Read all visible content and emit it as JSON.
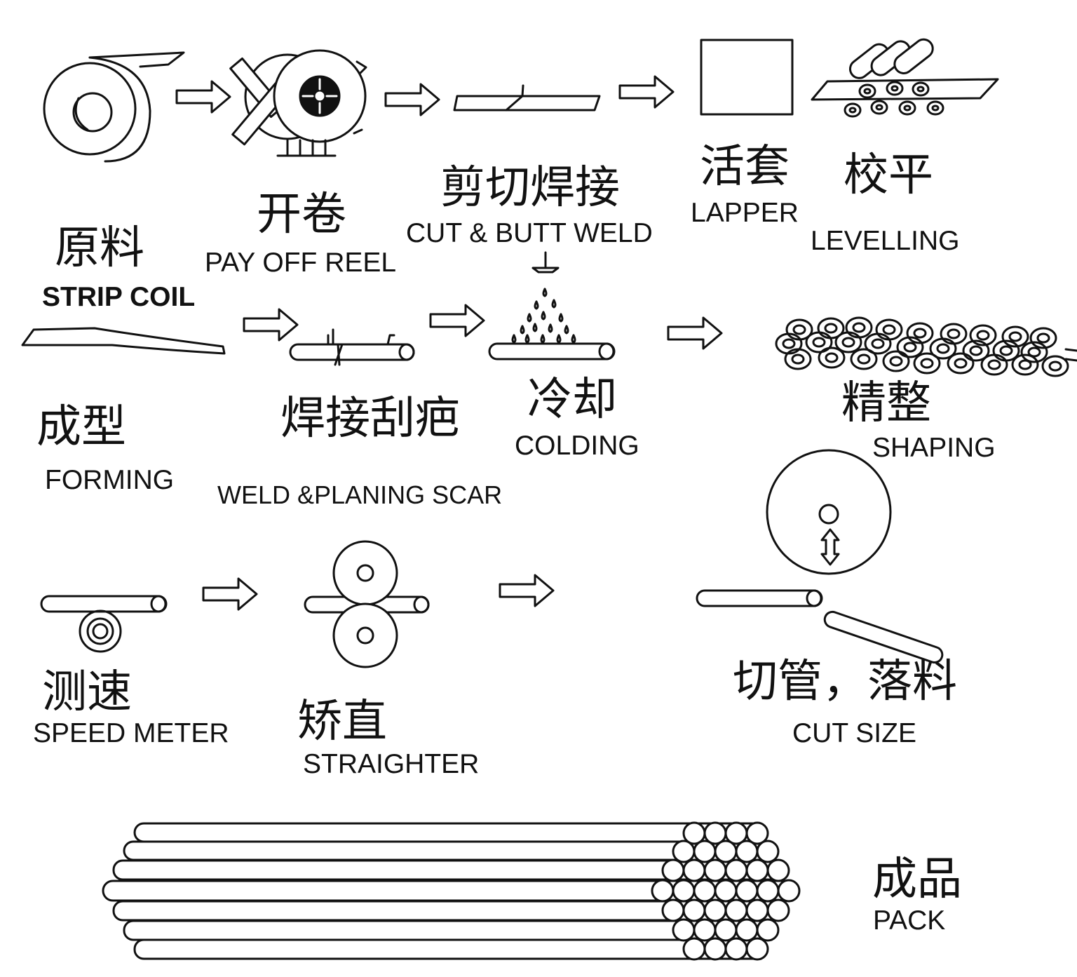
{
  "steps": {
    "strip_coil": {
      "zh": "原料",
      "en": "STRIP COIL"
    },
    "pay_off_reel": {
      "zh": "开卷",
      "en": "PAY OFF REEL"
    },
    "cut_butt_weld": {
      "zh": "剪切焊接",
      "en": "CUT & BUTT WELD"
    },
    "lapper": {
      "zh": "活套",
      "en": "LAPPER"
    },
    "levelling": {
      "zh": "校平",
      "en": "LEVELLING"
    },
    "forming": {
      "zh": "成型",
      "en": "FORMING"
    },
    "weld_planing": {
      "zh": "焊接刮疤",
      "en": "WELD &PLANING SCAR"
    },
    "colding": {
      "zh": "冷却",
      "en": "COLDING"
    },
    "shaping": {
      "zh": "精整",
      "en": "SHAPING"
    },
    "speed_meter": {
      "zh": "测速",
      "en": "SPEED METER"
    },
    "straighter": {
      "zh": "矫直",
      "en": "STRAIGHTER"
    },
    "cut_size": {
      "zh": "切管，落料",
      "en": "CUT SIZE"
    },
    "pack": {
      "zh": "成品",
      "en": "PACK"
    }
  },
  "icons": [
    "strip-coil-icon",
    "pay-off-reel-icon",
    "butt-weld-strip-icon",
    "lapper-box-icon",
    "levelling-rollers-icon",
    "forming-strip-icon",
    "weld-tube-icon",
    "cooling-spray-icon",
    "shaping-rollers-icon",
    "speed-meter-icon",
    "straightener-rolls-icon",
    "cutting-saw-icon",
    "tube-bundle-icon",
    "flow-arrow-icon"
  ]
}
